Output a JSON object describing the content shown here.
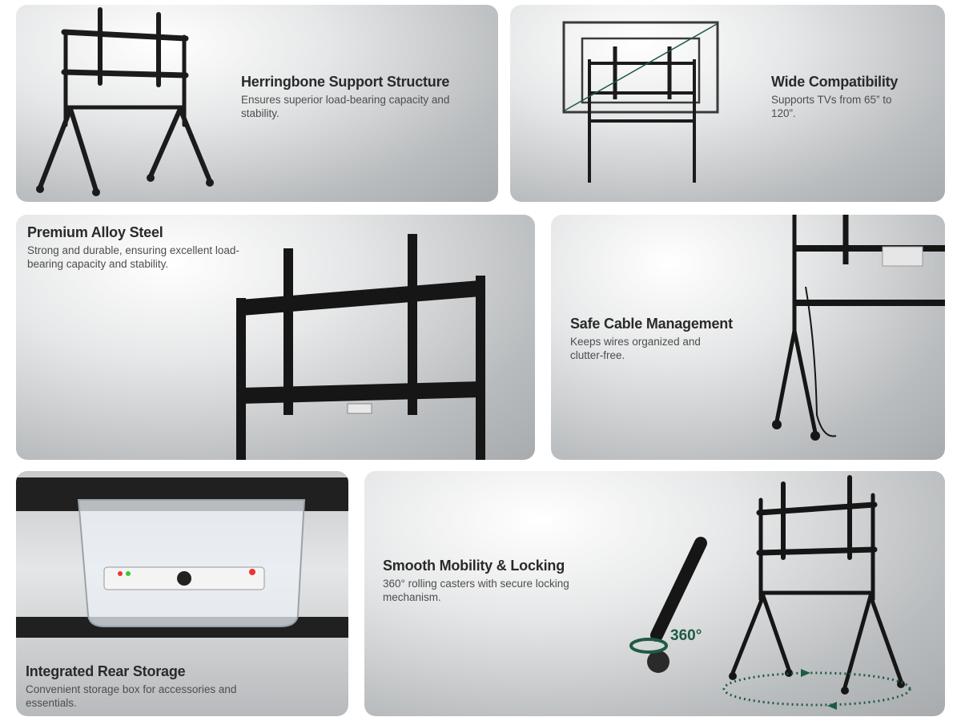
{
  "features": [
    {
      "title": "Herringbone Support Structure",
      "description": "Ensures superior load-bearing capacity and stability."
    },
    {
      "title": "Wide Compatibility",
      "description": "Supports TVs from 65” to 120”."
    },
    {
      "title": "Premium Alloy Steel",
      "description": "Strong and durable, ensuring excellent load-bearing capacity and stability."
    },
    {
      "title": "Safe Cable Management",
      "description": "Keeps wires organized and clutter-free."
    },
    {
      "title": "Integrated Rear Storage",
      "description": "Convenient storage box for accessories and essentials."
    },
    {
      "title": "Smooth Mobility & Locking",
      "description": "360° rolling casters with secure locking mechanism."
    }
  ],
  "rotation_label": "360°",
  "colors": {
    "accent": "#1e5b44",
    "stand": "#1b1b1b"
  }
}
